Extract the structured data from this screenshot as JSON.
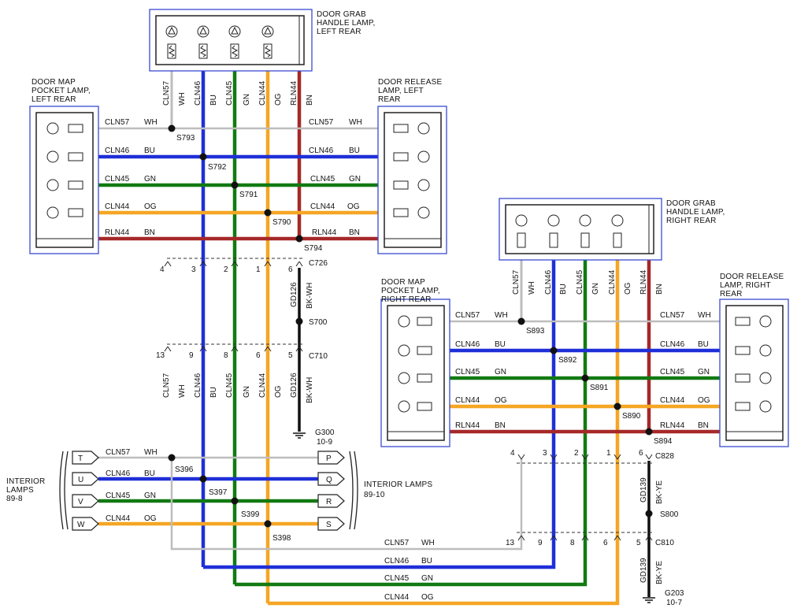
{
  "colors": {
    "WH": "#bdbdbd",
    "BU": "#1f2fd8",
    "GN": "#127a12",
    "OG": "#f5a623",
    "BN": "#a62828",
    "BK": "#111111",
    "box": "#3a4bd1"
  },
  "components": {
    "grab_left": [
      "DOOR GRAB",
      "HANDLE LAMP,",
      "LEFT REAR"
    ],
    "map_left": [
      "DOOR MAP",
      "POCKET LAMP,",
      "LEFT REAR"
    ],
    "release_left": [
      "DOOR RELEASE",
      "LAMP, LEFT",
      "REAR"
    ],
    "grab_right": [
      "DOOR GRAB",
      "HANDLE LAMP,",
      "RIGHT REAR"
    ],
    "map_right": [
      "DOOR MAP",
      "POCKET LAMP,",
      "RIGHT REAR"
    ],
    "release_right": [
      "DOOR RELEASE",
      "LAMP, RIGHT",
      "REAR"
    ],
    "interior_left": [
      "INTERIOR",
      "LAMPS",
      "89-8"
    ],
    "interior_right": [
      "INTERIOR LAMPS",
      "89-10"
    ]
  },
  "circuits": {
    "c57": "CLN57",
    "c46": "CLN46",
    "c45": "CLN45",
    "c44": "CLN44",
    "r44": "RLN44",
    "gd126": "GD126",
    "gd139": "GD139"
  },
  "wire_colors": {
    "wh": "WH",
    "bu": "BU",
    "gn": "GN",
    "og": "OG",
    "bn": "BN",
    "bkwh": "BK-WH",
    "bkye": "BK-YE"
  },
  "splices": {
    "s793": "S793",
    "s792": "S792",
    "s791": "S791",
    "s790": "S790",
    "s794": "S794",
    "s700": "S700",
    "s893": "S893",
    "s892": "S892",
    "s891": "S891",
    "s890": "S890",
    "s894": "S894",
    "s800": "S800",
    "s396": "S396",
    "s397": "S397",
    "s399": "S399",
    "s398": "S398"
  },
  "connectors": {
    "c726": "C726",
    "c710": "C710",
    "c828": "C828",
    "c810": "C810"
  },
  "pins": {
    "p1": "1",
    "p2": "2",
    "p3": "3",
    "p4": "4",
    "p5": "5",
    "p6": "6",
    "p8": "8",
    "p9": "9",
    "p13": "13"
  },
  "grounds": {
    "g300": [
      "G300",
      "10-9"
    ],
    "g203": [
      "G203",
      "10-7"
    ]
  },
  "interior_pins": {
    "left": [
      "T",
      "U",
      "V",
      "W"
    ],
    "right": [
      "P",
      "Q",
      "R",
      "S"
    ]
  }
}
